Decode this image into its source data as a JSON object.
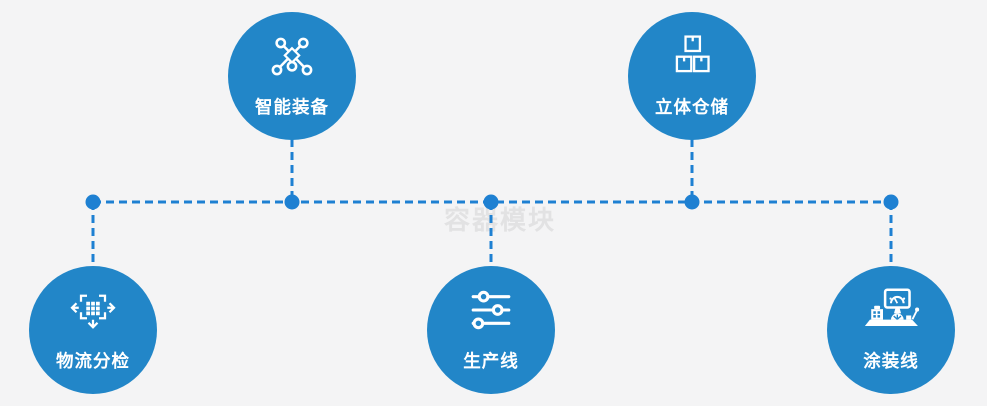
{
  "diagram": {
    "watermark": "容器模块",
    "nodes": [
      {
        "id": "smart-equipment",
        "label": "智能装备",
        "icon": "network-icon",
        "position": "top-left"
      },
      {
        "id": "warehouse",
        "label": "立体仓储",
        "icon": "boxes-icon",
        "position": "top-right"
      },
      {
        "id": "logistics-sorting",
        "label": "物流分检",
        "icon": "sort-arrows-icon",
        "position": "bottom-left"
      },
      {
        "id": "production-line",
        "label": "生产线",
        "icon": "sliders-icon",
        "position": "bottom-center"
      },
      {
        "id": "painting-line",
        "label": "涂装线",
        "icon": "machine-icon",
        "position": "bottom-right"
      }
    ],
    "colors": {
      "background": "#f4f4f5",
      "node_fill": "#2286c8",
      "connector_blue": "#1e80d2",
      "icon_and_text": "#ffffff",
      "watermark_gray": "#e2e2e3"
    }
  }
}
